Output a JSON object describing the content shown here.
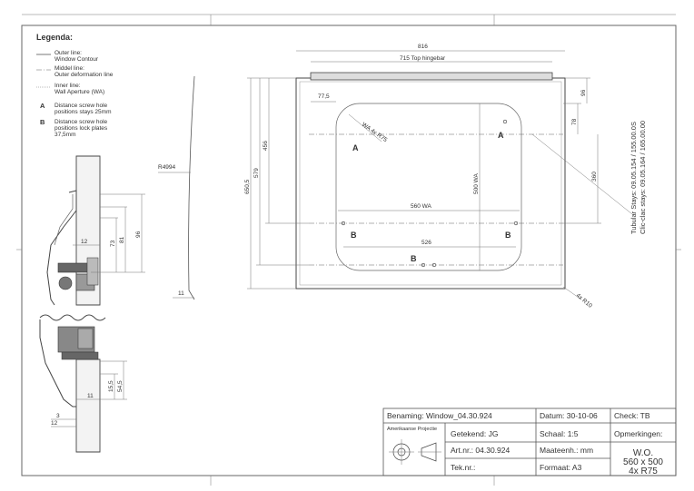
{
  "legend": {
    "title": "Legenda:",
    "items": [
      {
        "label": "Outer line:",
        "desc": "Window Contour"
      },
      {
        "label": "Middel line:",
        "desc": "Outer deformation line"
      },
      {
        "label": "Inner line:",
        "desc": "Wall Aperture (WA)"
      }
    ],
    "notes": [
      {
        "key": "A",
        "text1": "Distance screw hole",
        "text2": "positions stays 25mm"
      },
      {
        "key": "B",
        "text1": "Distance screw hole",
        "text2": "positions lock plates",
        "text3": "37,5mm"
      }
    ]
  },
  "dims": {
    "width_816": "816",
    "hingebar": "715  Top hingebar",
    "d775": "77,5",
    "d96top": "96",
    "d78": "78",
    "d360": "360",
    "d456": "456",
    "d579": "579",
    "d6505": "650,5",
    "d500wa": "500  WA",
    "d560wa": "560  WA",
    "d526": "526",
    "wa_r75": "WA 4x R75",
    "r4994": "R4994",
    "r10": "4x R10",
    "d11a": "11",
    "sec_12a": "12",
    "sec_73": "73",
    "sec_81": "81",
    "sec_96": "96",
    "sec_11b": "11",
    "sec_155": "15,5",
    "sec_545": "54,5",
    "sec_3": "3",
    "sec_12b": "12"
  },
  "labels": {
    "A1": "A",
    "A2": "A",
    "B1": "B",
    "B2": "B",
    "B3": "B"
  },
  "stays": {
    "line1": "Tubular Stays:  09.05.154 / 155.00.0S",
    "line2": "Clic-clac stays:  09.05.164 / 165.00.00"
  },
  "titleblock": {
    "benaming": "Benaming: Window_04.30.924",
    "datum": "Datum: 30-10-06",
    "check": "Check: TB",
    "projectie": "Amerikaanse Projectie",
    "getekend": "Getekend: JG",
    "schaal": "Schaal: 1:5",
    "opmerkingen": "Opmerkingen:",
    "artnr": "Art.nr.: 04.30.924",
    "maateenh": "Maateenh.: mm",
    "teknr": "Tek.nr.:",
    "formaat": "Formaat: A3",
    "wo1": "W.O.",
    "wo2": "560 x 500",
    "wo3": "4x R75"
  }
}
